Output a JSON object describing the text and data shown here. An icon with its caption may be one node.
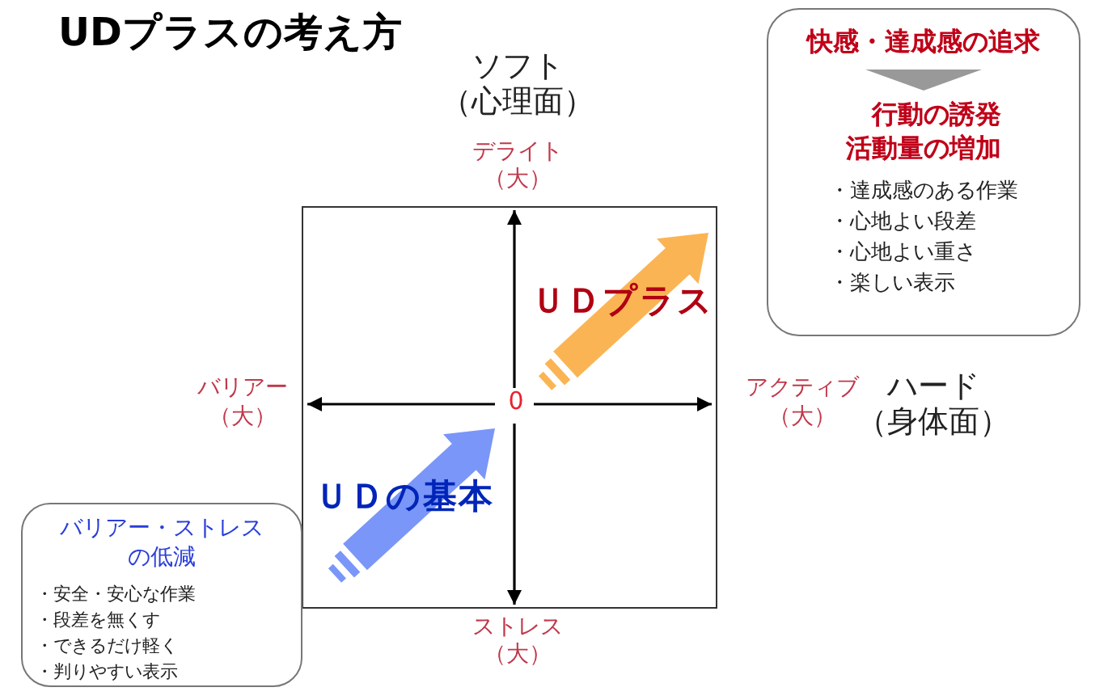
{
  "diagram": {
    "title": "UDプラスの考え方",
    "nodes": [
      {
        "text": [
          "快感・達成感の追求",
          "行動の誘発活動量の増加",
          "・達成感のある作業",
          "・心地よい段差",
          "・心地よい重さ",
          "・楽しい表示"
        ]
      },
      {
        "text": [
          "バリアー・ストレスの低減",
          "・安全・安心な作業",
          "・段差を無くす",
          "・できるだけ軽く",
          "・判りやすい表示"
        ]
      }
    ],
    "labels": [
      "ソフト",
      "（心理面）",
      "デライト",
      "（大）",
      "ＵＤプラス",
      "バリアー",
      "（大）",
      "0",
      "アクティブ",
      "（大）",
      "ハード",
      "（身体面）",
      "ＵＤの基本",
      "ストレス",
      "（大）"
    ]
  }
}
